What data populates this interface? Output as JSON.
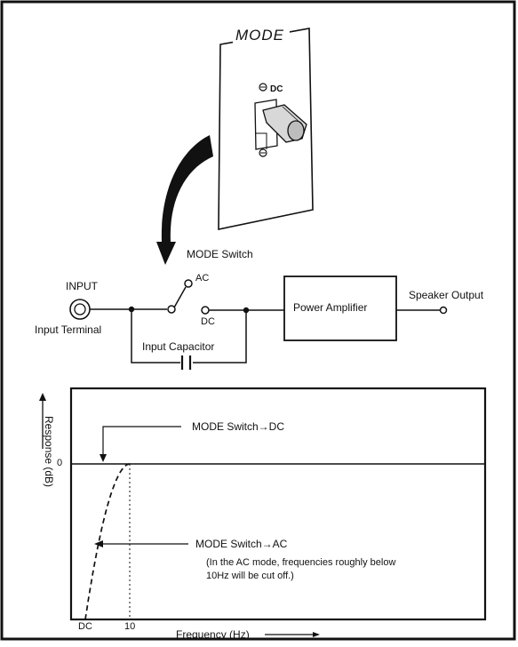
{
  "panel": {
    "title": "MODE",
    "dc_mark": "DC"
  },
  "circuit": {
    "input_label": "INPUT",
    "input_terminal_label": "Input Terminal",
    "mode_switch_label": "MODE Switch",
    "ac_label": "AC",
    "dc_label": "DC",
    "capacitor_label": "Input Capacitor",
    "amplifier_label": "Power Amplifier",
    "output_label": "Speaker Output"
  },
  "chart_data": {
    "type": "line",
    "ylabel": "Response (dB)",
    "xlabel": "Frequency (Hz)",
    "y_tick": "0",
    "x_ticks": [
      "DC",
      "10"
    ],
    "series": [
      {
        "name": "MODE Switch→DC",
        "style": "solid",
        "x": [
          "DC",
          "10",
          "higher"
        ],
        "y": [
          0,
          0,
          0
        ]
      },
      {
        "name": "MODE Switch→AC",
        "style": "dashed",
        "x": [
          "DC",
          "10",
          "higher"
        ],
        "y": [
          "low",
          0,
          0
        ]
      }
    ],
    "annotations": {
      "dc": "MODE Switch→DC",
      "ac": "MODE Switch→AC",
      "note_line1": "(In  the  AC  mode,  frequencies  roughly  below",
      "note_line2": "10Hz will be cut off.)"
    }
  },
  "colors": {
    "ink": "#111111",
    "paper": "#ffffff"
  }
}
